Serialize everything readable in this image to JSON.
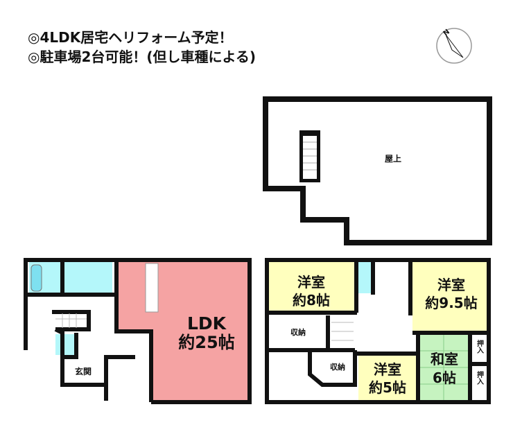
{
  "headline": [
    "◎4LDK居宅ヘリフォーム予定！",
    "◎駐車場2台可能！(但し車種による)"
  ],
  "compass": {
    "label": "N",
    "icon": "compass-north-icon"
  },
  "rooftop": {
    "label": "屋上"
  },
  "floor1": {
    "ldk": {
      "name": "LDK",
      "size": "約25帖"
    },
    "entrance": "玄関"
  },
  "floor2": {
    "room8": {
      "name": "洋室",
      "size": "約8帖"
    },
    "room95": {
      "name": "洋室",
      "size": "約9.5帖"
    },
    "room5": {
      "name": "洋室",
      "size": "約5帖"
    },
    "washitsu": {
      "name": "和室",
      "size": "6帖"
    },
    "storage1": "収納",
    "storage2": "収納",
    "closet1": "押入",
    "closet2": "押入"
  },
  "colors": {
    "ldk": "#f5a3a3",
    "western": "#ffffbe",
    "japanese": "#c6f3c0",
    "water": "#b4f7fa"
  }
}
